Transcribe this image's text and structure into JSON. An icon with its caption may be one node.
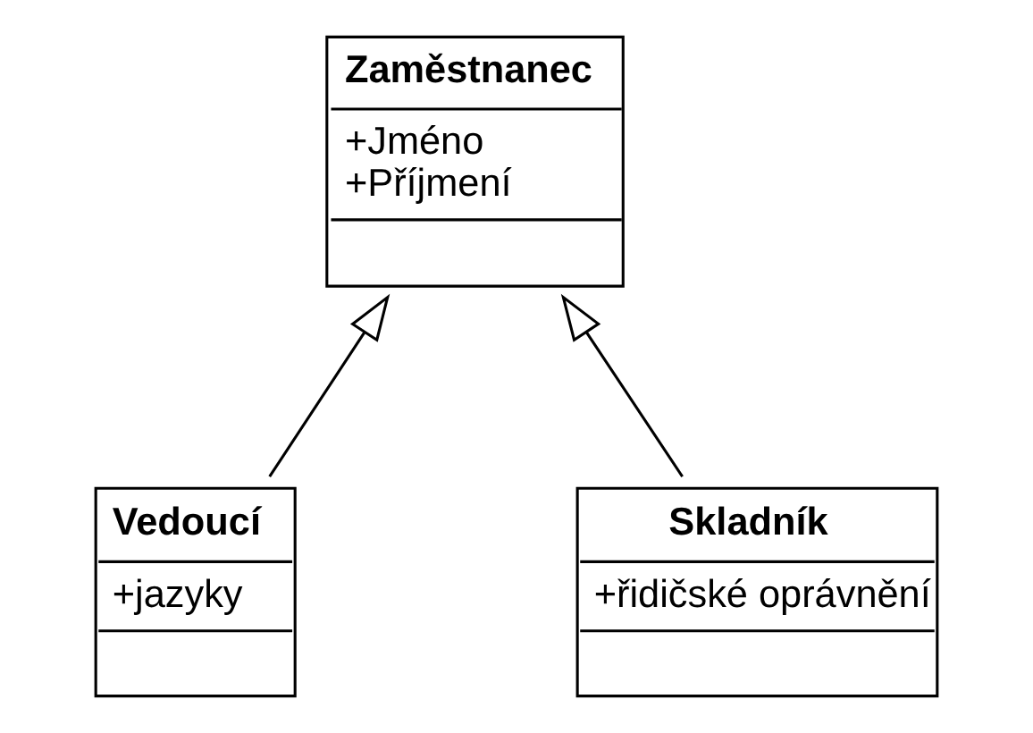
{
  "diagram": {
    "nodes": [
      {
        "text": [
          "Zaměstnanec",
          "+Jméno",
          "+Příjmení"
        ]
      },
      {
        "text": [
          "Vedoucí",
          "+jazyky"
        ]
      },
      {
        "text": [
          "Skladník",
          "+řidičské oprávnění"
        ]
      }
    ],
    "edges": [
      {
        "from": 1,
        "to": 0,
        "arrow": "to"
      },
      {
        "from": 2,
        "to": 0,
        "arrow": "to"
      }
    ]
  }
}
